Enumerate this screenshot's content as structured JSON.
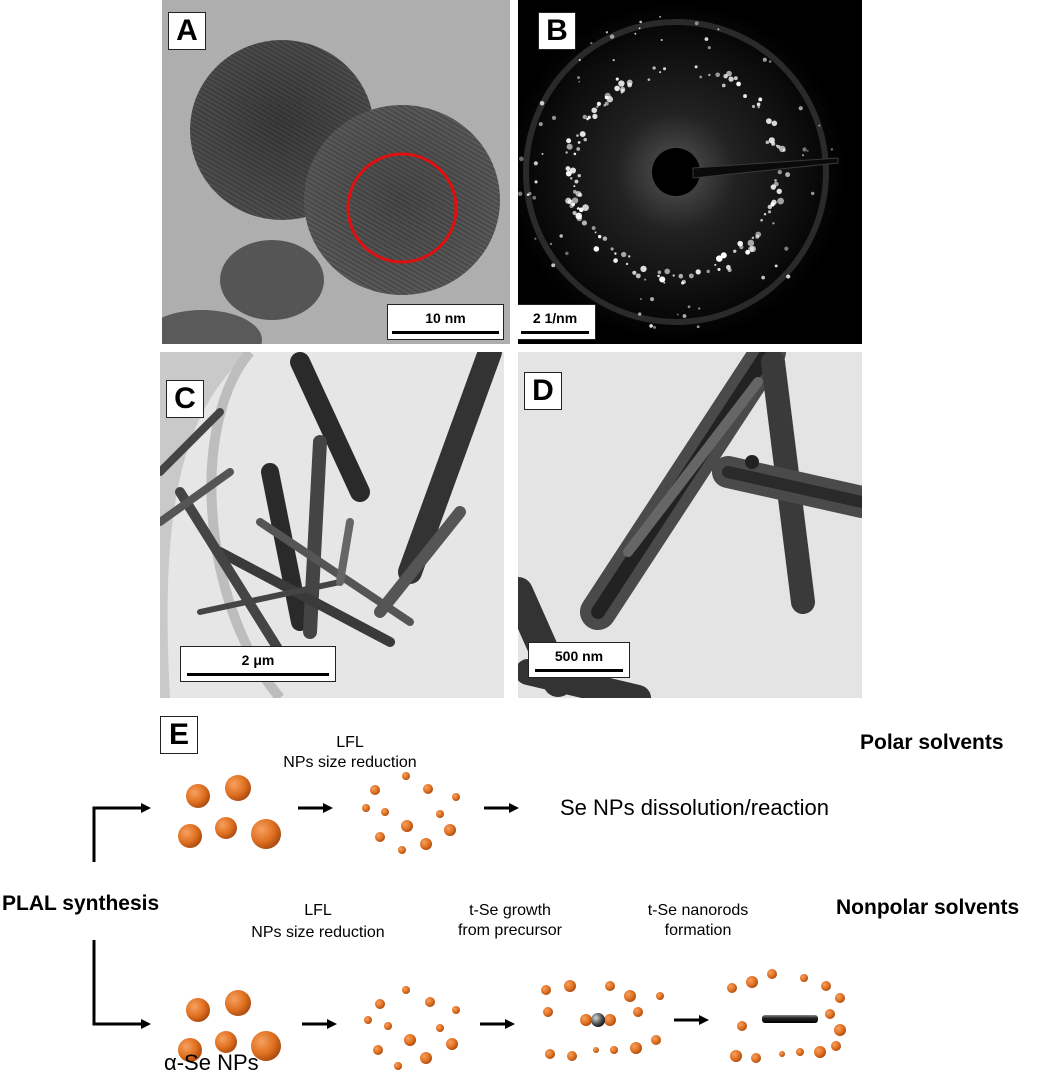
{
  "panels": {
    "a": {
      "label": "A",
      "scale": "10 nm"
    },
    "b": {
      "label": "B",
      "scale": "2 1/nm"
    },
    "c": {
      "label": "C",
      "scale": "2 μm"
    },
    "d": {
      "label": "D",
      "scale": "500 nm"
    }
  },
  "scheme": {
    "label": "E",
    "start": "PLAL synthesis",
    "polar": {
      "title": "Polar solvents",
      "step1_line1": "LFL",
      "step1_line2": "NPs size reduction",
      "result": "Se NPs dissolution/reaction"
    },
    "nonpolar": {
      "title": "Nonpolar solvents",
      "step1_line1": "LFL",
      "step1_line2": "NPs size reduction",
      "step2_line1": "t-Se growth",
      "step2_line2": "from precursor",
      "step3_line1": "t-Se nanorods",
      "step3_line2": "formation",
      "initial_label": "α-Se NPs"
    }
  },
  "colors": {
    "particle": "#e07020",
    "arrow": "#000000",
    "ring": "#e01010"
  }
}
